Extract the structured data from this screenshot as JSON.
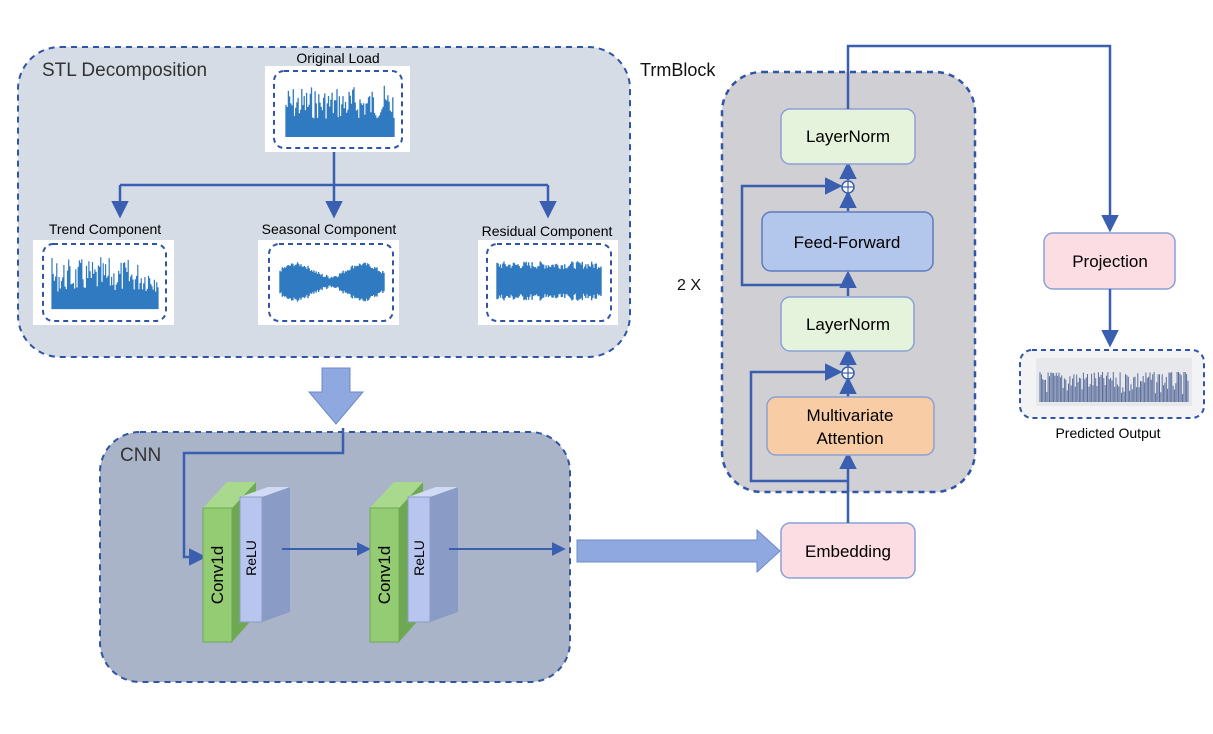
{
  "stl": {
    "title": "STL  Decomposition",
    "original_label": "Original Load",
    "trend_label": "Trend Component",
    "seasonal_label": "Seasonal Component",
    "residual_label": "Residual Component"
  },
  "cnn": {
    "title": "CNN",
    "conv_label": "Conv1d",
    "relu_label": "ReLU"
  },
  "trm": {
    "title": "TrmBlock",
    "repeat_label": "2 X",
    "layernorm_top": "LayerNorm",
    "feed_forward": "Feed-Forward",
    "layernorm_bottom": "LayerNorm",
    "attention_line1": "Multivariate",
    "attention_line2": "Attention"
  },
  "embedding_label": "Embedding",
  "projection_label": "Projection",
  "output_label": "Predicted Output",
  "colors": {
    "arrow": "#3a5fb0",
    "stl_bg": "#d6dce6",
    "cnn_bg": "#aab4c8",
    "trm_bg": "#d0cfd3",
    "dashed_border": "#2f55a4",
    "layernorm_fill": "#e6f3dc",
    "feedforward_fill": "#b3c6ec",
    "attention_fill": "#f8cca4",
    "embedding_fill": "#fbdde3",
    "conv_green": "#93cc72",
    "relu_blue": "#b8c6ef",
    "series_blue": "#2f7ac0"
  }
}
